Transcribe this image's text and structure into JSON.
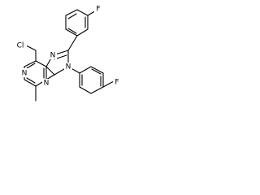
{
  "molecule": {
    "atoms": {
      "fluorine_top": "F",
      "fluorine_right": "F",
      "chlorine": "Cl",
      "nitrogen_7": "N",
      "nitrogen_9": "N",
      "nitrogen_1": "N",
      "nitrogen_3": "N"
    }
  }
}
